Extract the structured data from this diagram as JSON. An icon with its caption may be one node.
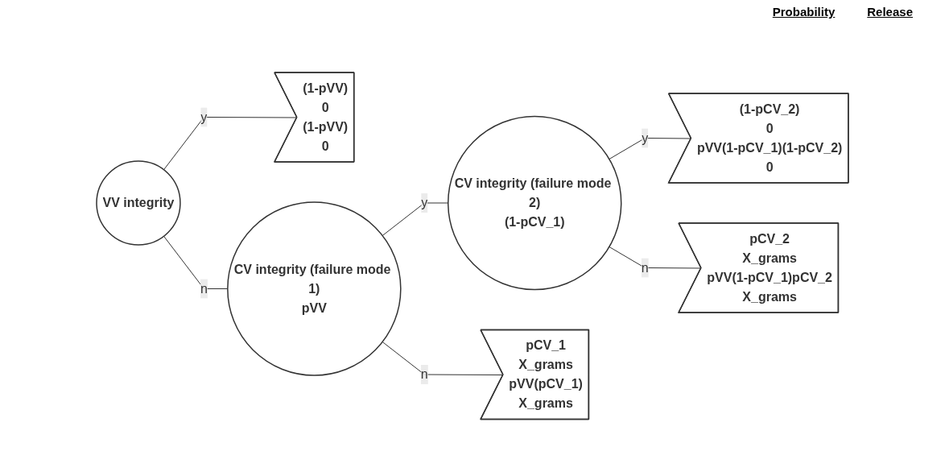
{
  "diagram": {
    "nodes": [
      {
        "text": [
          "VV integrity"
        ]
      },
      {
        "text": [
          "(1-pVV)",
          "0",
          "(1-pVV)",
          "0"
        ]
      },
      {
        "text": [
          "CV integrity (failure mode 1)",
          "pVV"
        ]
      },
      {
        "text": [
          "CV integrity (failure mode 2)",
          "(1-pCV_1)"
        ]
      },
      {
        "text": [
          "(1-pCV_2)",
          "0",
          "pVV(1-pCV_1)(1-pCV_2)",
          "0"
        ]
      },
      {
        "text": [
          "pCV_2",
          "X_grams",
          "pVV(1-pCV_1)pCV_2",
          "X_grams"
        ]
      },
      {
        "text": [
          "pCV_1",
          "X_grams",
          "pVV(pCV_1)",
          "X_grams"
        ]
      }
    ],
    "edges": [
      {
        "from": 0,
        "to": 1,
        "arrow": "none",
        "label": "y"
      },
      {
        "from": 0,
        "to": 2,
        "arrow": "none",
        "label": "n"
      },
      {
        "from": 2,
        "to": 3,
        "arrow": "none",
        "label": "y"
      },
      {
        "from": 3,
        "to": 4,
        "arrow": "none",
        "label": "y"
      },
      {
        "from": 3,
        "to": 5,
        "arrow": "none",
        "label": "n"
      },
      {
        "from": 2,
        "to": 6,
        "arrow": "none",
        "label": "n"
      }
    ],
    "labels": [
      "Probability",
      "Release"
    ]
  }
}
